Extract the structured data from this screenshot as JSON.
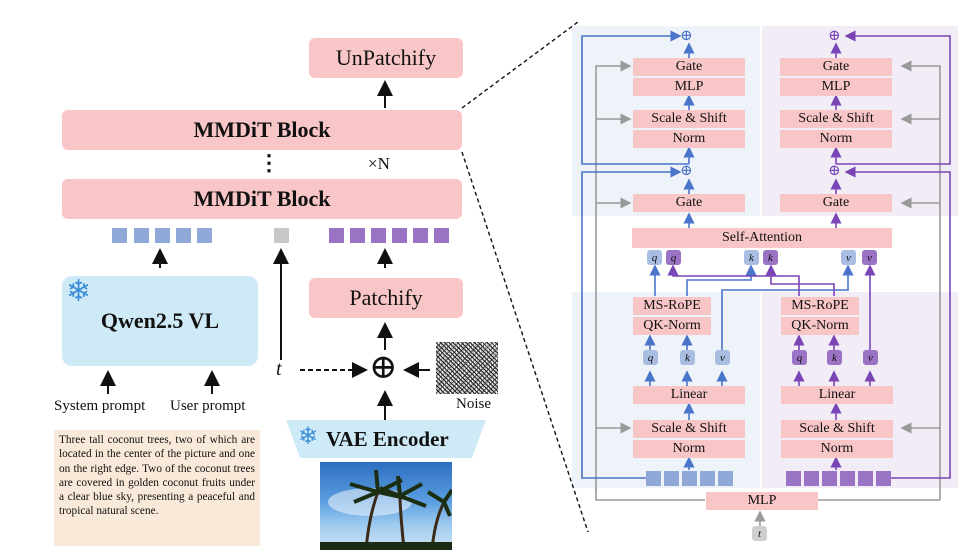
{
  "left": {
    "unpatchify": "UnPatchify",
    "mmdit_top": "MMDiT Block",
    "mmdit_bottom": "MMDiT Block",
    "ellipsis": "⋮",
    "times_n": "×N",
    "qwen": "Qwen2.5 VL",
    "patchify": "Patchify",
    "t_label": "t",
    "noise_label": "Noise",
    "vae": "VAE Encoder",
    "system_prompt": "System prompt",
    "user_prompt": "User prompt",
    "caption": "Three tall coconut trees, two of which are located in the center of the picture and one on the right edge. Two of the coconut trees are covered in golden coconut fruits under a clear blue sky, presenting a peaceful and tropical natural scene.",
    "snowflake": "❄",
    "oplus": "⊕"
  },
  "right": {
    "gate_top_l": "Gate",
    "mlp_l": "MLP",
    "scale_shift_top_l": "Scale & Shift",
    "norm_top_l": "Norm",
    "gate_mid_l": "Gate",
    "gate_top_r": "Gate",
    "mlp_r": "MLP",
    "scale_shift_top_r": "Scale & Shift",
    "norm_top_r": "Norm",
    "gate_mid_r": "Gate",
    "self_attention": "Self-Attention",
    "ms_rope_l": "MS-RoPE",
    "qk_norm_l": "QK-Norm",
    "linear_l": "Linear",
    "scale_shift_bot_l": "Scale & Shift",
    "norm_bot_l": "Norm",
    "ms_rope_r": "MS-RoPE",
    "qk_norm_r": "QK-Norm",
    "linear_r": "Linear",
    "scale_shift_bot_r": "Scale & Shift",
    "norm_bot_r": "Norm",
    "mlp_bottom": "MLP",
    "t_token": "t",
    "q": "q",
    "k": "k",
    "v": "v"
  },
  "colors": {
    "pink": "#f9c6c8",
    "blue_accent": "#4a74c9",
    "purple_accent": "#7a45b5",
    "grey_line": "#9a9a9a",
    "qwen_bg": "#cfeaf7",
    "caption_bg": "#f8e9d8"
  }
}
